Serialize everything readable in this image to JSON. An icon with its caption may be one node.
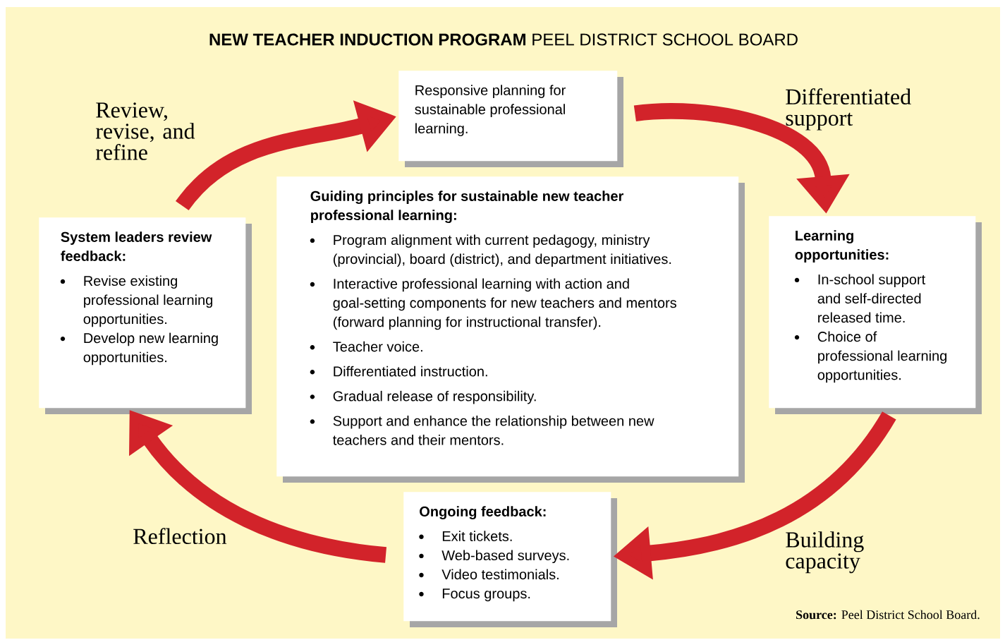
{
  "diagram": {
    "title": "**NEW TEACHER INDUCTION PROGRAM** PEEL DISTRICT SCHOOL BOARD",
    "caption": "**Source:** Peel District School Board.",
    "nodes": [
      {
        "text": [
          "Responsive planning for sustainable professional learning."
        ]
      },
      {
        "text": [
          "System leaders review feedback:",
          "Revise existing professional learning opportunities.",
          "Develop new learning opportunities."
        ]
      },
      {
        "text": [
          "Guiding principles for sustainable new teacher professional learning:",
          "Program alignment with current pedagogy, ministry (provincial), board (district), and department initiatives.",
          "Interactive professional learning with action and goal-setting components for new teachers and mentors (forward planning for instructional transfer).",
          "Teacher voice.",
          "Differentiated instruction.",
          "Gradual release of responsibility.",
          "Support and enhance the relationship between new teachers and their mentors."
        ]
      },
      {
        "text": [
          "Learning opportunities:",
          "In-school support and self-directed released time.",
          "Choice of professional learning opportunities."
        ]
      },
      {
        "text": [
          "Ongoing feedback:",
          "Exit tickets.",
          "Web-based surveys.",
          "Video testimonials.",
          "Focus groups."
        ]
      }
    ],
    "edges": [
      {
        "from": 1,
        "to": 0,
        "arrow": "to",
        "label": "Review, revise, and refine"
      },
      {
        "from": 0,
        "to": 3,
        "arrow": "to",
        "label": "Differentiated support"
      },
      {
        "from": 3,
        "to": 4,
        "arrow": "to",
        "label": "Building capacity"
      },
      {
        "from": 4,
        "to": 1,
        "arrow": "to",
        "label": "Reflection"
      }
    ]
  }
}
